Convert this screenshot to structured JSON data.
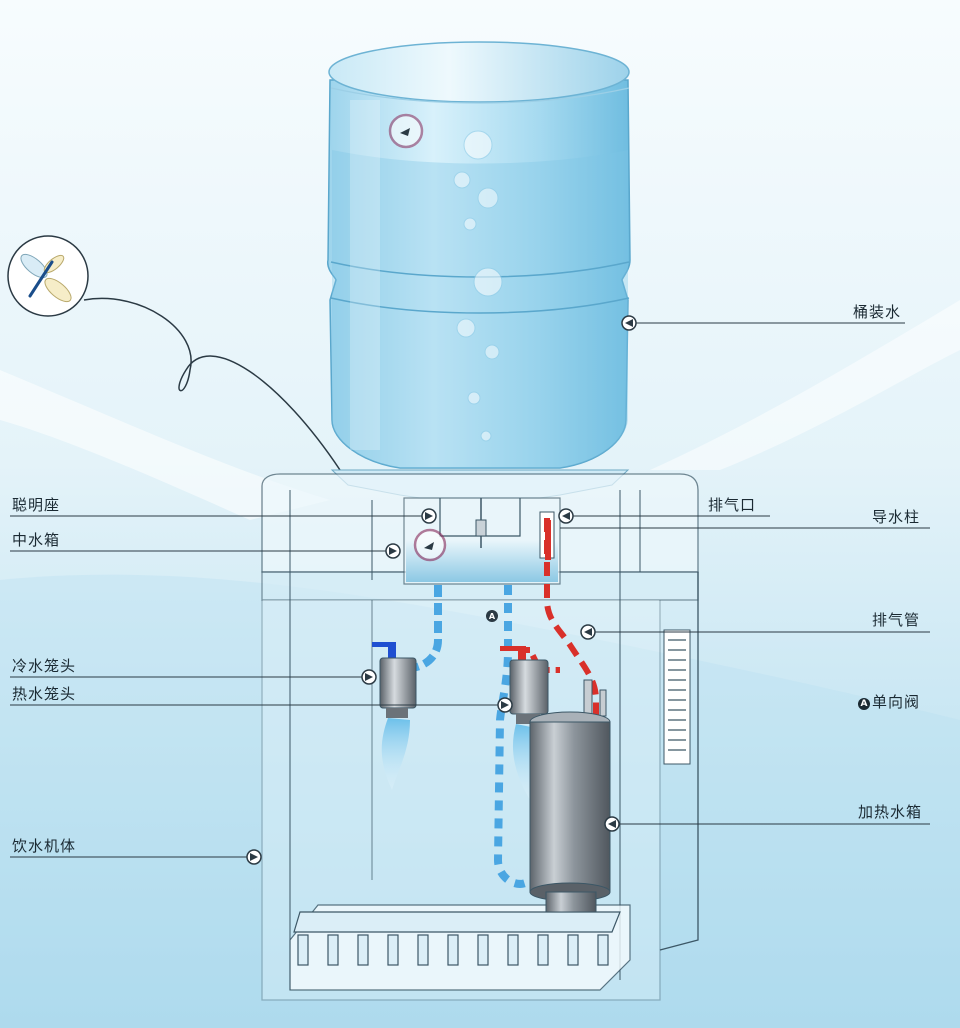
{
  "labels": {
    "bottled_water": "桶装水",
    "smart_seat": "聪明座",
    "exhaust_port": "排气口",
    "guide_column": "导水柱",
    "middle_tank": "中水箱",
    "exhaust_pipe": "排气管",
    "cold_tap": "冷水笼头",
    "hot_tap": "热水笼头",
    "check_valve_badge": "A",
    "check_valve": "单向阀",
    "heating_tank": "加热水箱",
    "dispenser_body": "饮水机体"
  },
  "icons": [
    "dragonfly-icon",
    "arrow-right-marker-icon",
    "arrow-left-marker-icon",
    "check-valve-marker-icon",
    "cold-water-stream-icon",
    "hot-water-stream-icon"
  ],
  "colors": {
    "background_light": "#f2fafd",
    "background_mid": "#bfe2f0",
    "bottle_water": "#8fd0ea",
    "cold_pipe": "#4aa6e2",
    "hot_pipe": "#d9302a",
    "highlight_circle": "#8a2a5a",
    "heating_tank": "#7d858c",
    "label_text": "#1b2a33"
  }
}
